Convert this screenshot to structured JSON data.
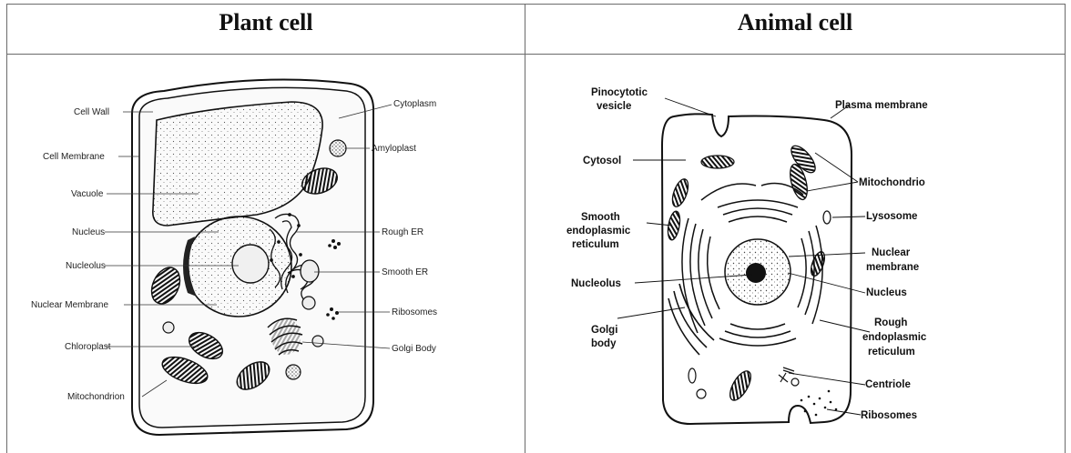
{
  "headers": {
    "plant": "Plant cell",
    "animal": "Animal cell"
  },
  "plant_labels": {
    "cell_wall": "Cell Wall",
    "cell_membrane": "Cell Membrane",
    "vacuole": "Vacuole",
    "nucleus": "Nucleus",
    "nucleolus": "Nucleolus",
    "nuclear_membrane": "Nuclear Membrane",
    "chloroplast": "Chloroplast",
    "mitochondrion": "Mitochondrion",
    "cytoplasm": "Cytoplasm",
    "amyloplast": "Amyloplast",
    "rough_er": "Rough ER",
    "smooth_er": "Smooth ER",
    "ribosomes": "Ribosomes",
    "golgi_body": "Golgi Body"
  },
  "animal_labels": {
    "pinocytotic_1": "Pinocytotic",
    "pinocytotic_2": "vesicle",
    "plasma_membrane": "Plasma membrane",
    "cytosol": "Cytosol",
    "mitochondrion": "Mitochondrio",
    "smooth_1": "Smooth",
    "smooth_2": "endoplasmic",
    "smooth_3": "reticulum",
    "lysosome": "Lysosome",
    "nuclear_membrane_1": "Nuclear",
    "nuclear_membrane_2": "membrane",
    "nucleolus": "Nucleolus",
    "nucleus": "Nucleus",
    "golgi_1": "Golgi",
    "golgi_2": "body",
    "rough_1": "Rough",
    "rough_2": "endoplasmic",
    "rough_3": "reticulum",
    "centriole": "Centriole",
    "ribosomes": "Ribosomes"
  }
}
